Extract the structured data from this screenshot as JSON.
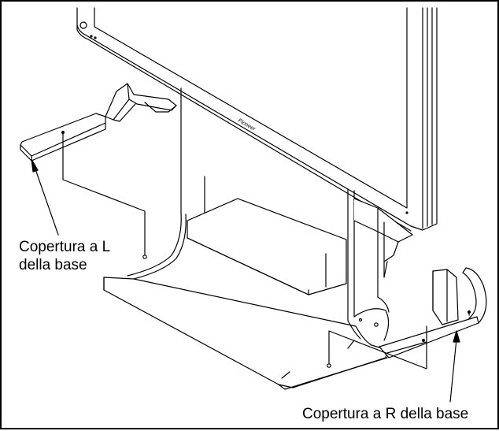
{
  "labels": {
    "left_cover": [
      "Copertura a L",
      "della base"
    ],
    "right_cover": "Copertura a R della base"
  },
  "brand": "Pioneer",
  "colors": {
    "line": "#000000",
    "background": "#ffffff"
  }
}
